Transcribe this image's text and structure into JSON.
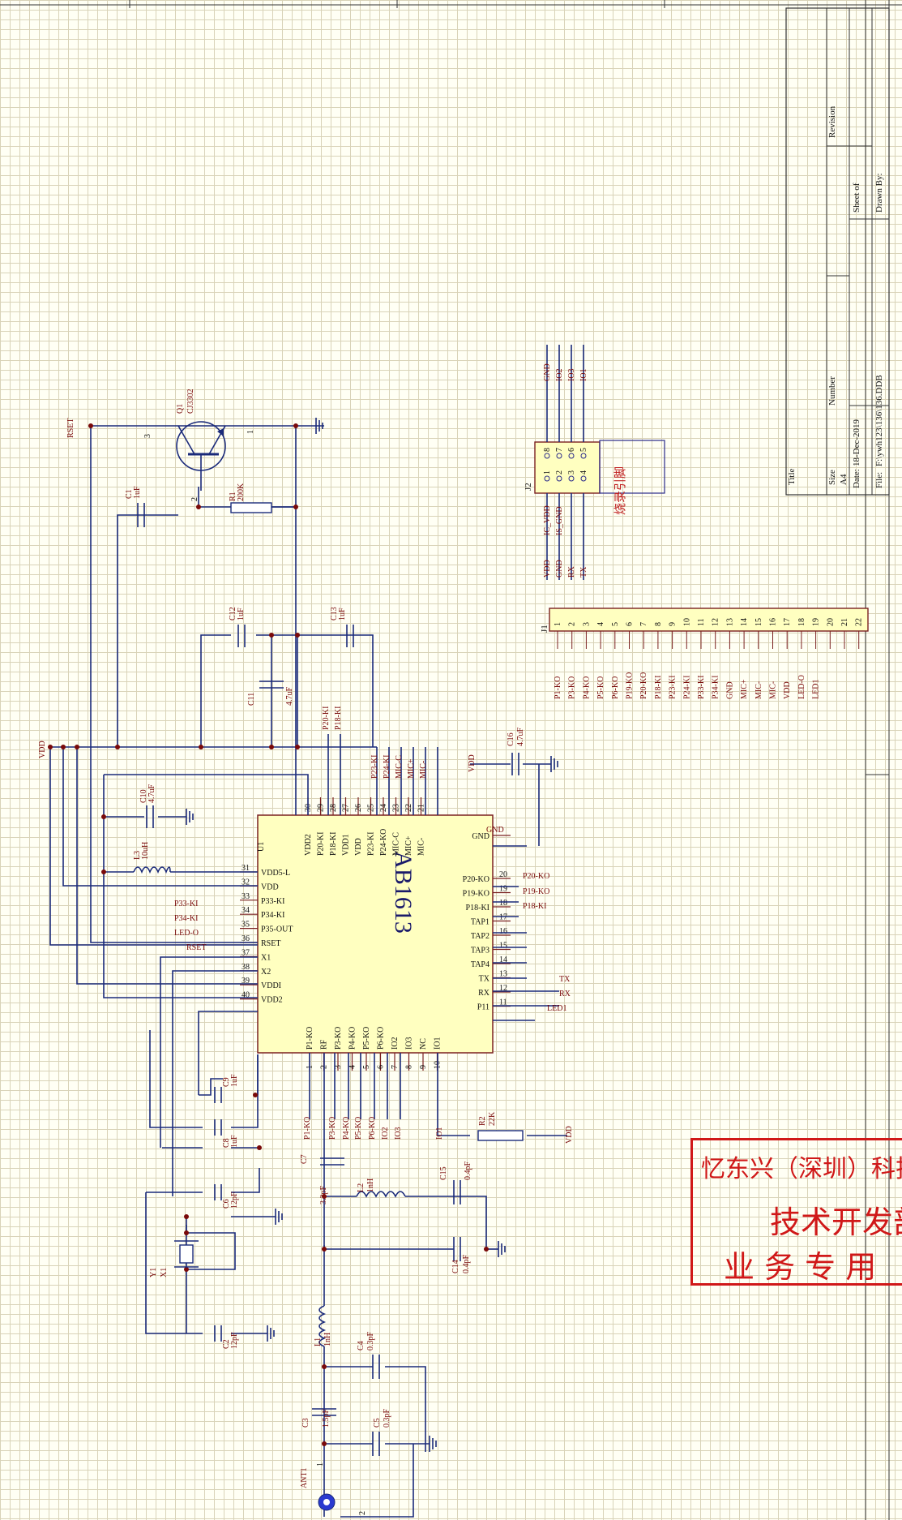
{
  "title_block": {
    "title_label": "Title",
    "size_label": "Size",
    "size_value": "A4",
    "number_label": "Number",
    "revision_label": "Revision",
    "date_label": "Date:",
    "date_value": "18-Dec-2019",
    "file_label": "File:",
    "file_value": "F:\\ywh123\\136\\136.DDB",
    "sheet_label": "Sheet   of",
    "drawn_label": "Drawn By:"
  },
  "chip": {
    "ref": "U1",
    "name": "AB1613",
    "left_pins": [
      {
        "num": "31",
        "name": "VDD5-L"
      },
      {
        "num": "32",
        "name": "VDD"
      },
      {
        "num": "33",
        "name": "P33-KI"
      },
      {
        "num": "34",
        "name": "P34-KI"
      },
      {
        "num": "35",
        "name": "P35-OUT"
      },
      {
        "num": "36",
        "name": "RSET"
      },
      {
        "num": "37",
        "name": "X1"
      },
      {
        "num": "38",
        "name": "X2"
      },
      {
        "num": "39",
        "name": "VDDI"
      },
      {
        "num": "40",
        "name": "VDD2"
      }
    ],
    "right_pins": [
      {
        "num": "",
        "name": "GND"
      },
      {
        "num": "20",
        "name": "P20-KO"
      },
      {
        "num": "19",
        "name": "P19-KO"
      },
      {
        "num": "18",
        "name": "P18-KI"
      },
      {
        "num": "17",
        "name": "TAP1"
      },
      {
        "num": "16",
        "name": "TAP2"
      },
      {
        "num": "15",
        "name": "TAP3"
      },
      {
        "num": "14",
        "name": "TAP4"
      },
      {
        "num": "13",
        "name": "TX"
      },
      {
        "num": "12",
        "name": "RX"
      },
      {
        "num": "11",
        "name": "P11"
      }
    ],
    "top_pins": [
      {
        "num": "30",
        "name": "VDD2"
      },
      {
        "num": "29",
        "name": "P20-KI"
      },
      {
        "num": "28",
        "name": "P18-KI"
      },
      {
        "num": "27",
        "name": "VDD1"
      },
      {
        "num": "26",
        "name": "VDD"
      },
      {
        "num": "25",
        "name": "P23-KI"
      },
      {
        "num": "24",
        "name": "P24-KO"
      },
      {
        "num": "23",
        "name": "MIC-C"
      },
      {
        "num": "22",
        "name": "MIC+"
      },
      {
        "num": "21",
        "name": "MIC-"
      }
    ],
    "bottom_pins": [
      {
        "num": "1",
        "name": "P1-KO"
      },
      {
        "num": "2",
        "name": "RF"
      },
      {
        "num": "3",
        "name": "P3-KO"
      },
      {
        "num": "4",
        "name": "P4-KO"
      },
      {
        "num": "5",
        "name": "P5-KO"
      },
      {
        "num": "6",
        "name": "P6-KO"
      },
      {
        "num": "7",
        "name": "IO2"
      },
      {
        "num": "8",
        "name": "IO3"
      },
      {
        "num": "9",
        "name": "NC"
      },
      {
        "num": "10",
        "name": "IO1"
      }
    ]
  },
  "net_labels": {
    "left": [
      "P33-KI",
      "P34-KI",
      "LED-O",
      "RSET"
    ],
    "right": [
      "P20-KO",
      "P19-KO",
      "P18-KI",
      "TX",
      "RX",
      "LED1"
    ],
    "top": [
      "P20-KI",
      "P18-KI",
      "P23-KI",
      "P24-KI",
      "MIC-C",
      "MIC+",
      "MIC-"
    ],
    "bottom": [
      "P1-KO",
      "P3-KO",
      "P4-KO",
      "P5-KO",
      "P6-KO",
      "IO2",
      "IO3",
      "IO1"
    ]
  },
  "power": {
    "vdd": "VDD",
    "gnd": "GND"
  },
  "components": {
    "q1": {
      "ref": "Q1",
      "part": "CJ3302",
      "p1": "1",
      "p2": "2",
      "p3": "3"
    },
    "r1": {
      "ref": "R1",
      "value": "200K"
    },
    "r2": {
      "ref": "R2",
      "value": "22K"
    },
    "c1": {
      "ref": "C1",
      "value": "1uF"
    },
    "c2": {
      "ref": "C2",
      "value": "12pF"
    },
    "c3": {
      "ref": "C3",
      "value": "1.5pF"
    },
    "c4": {
      "ref": "C4",
      "value": "0.3pF"
    },
    "c5": {
      "ref": "C5",
      "value": "0.3pF"
    },
    "c6": {
      "ref": "C6",
      "value": "12pF"
    },
    "c7": {
      "ref": "C7",
      "value": "3.3pF"
    },
    "c8": {
      "ref": "C8",
      "value": "1uF"
    },
    "c9": {
      "ref": "C9",
      "value": "1uF"
    },
    "c10": {
      "ref": "C10",
      "value": "4.7uF"
    },
    "c11": {
      "ref": "C11",
      "value": "4.7uF"
    },
    "c12": {
      "ref": "C12",
      "value": "1uF"
    },
    "c13": {
      "ref": "C13",
      "value": "1uF"
    },
    "c14": {
      "ref": "C14",
      "value": "0.4pF"
    },
    "c15": {
      "ref": "C15",
      "value": "0.4pF"
    },
    "c16": {
      "ref": "C16",
      "value": "4.7uF"
    },
    "l1": {
      "ref": "L1",
      "value": "1nH"
    },
    "l2": {
      "ref": "L2",
      "value": "1nH"
    },
    "l3": {
      "ref": "L3",
      "value": "10uH"
    },
    "y1": {
      "ref": "Y1",
      "value": "X1"
    },
    "ant": {
      "ref": "ANT1",
      "p1": "1",
      "p2": "2"
    }
  },
  "j1": {
    "ref": "J1",
    "pins": [
      "1",
      "2",
      "3",
      "4",
      "5",
      "6",
      "7",
      "8",
      "9",
      "10",
      "11",
      "12",
      "13",
      "14",
      "15",
      "16",
      "17",
      "18",
      "19",
      "20",
      "21",
      "22"
    ],
    "nets": [
      "P1-KO",
      "P3-KO",
      "P4-KO",
      "P5-KO",
      "P6-KO",
      "P19-KO",
      "P20-KO",
      "P18-KI",
      "P23-KI",
      "P24-KI",
      "P33-KI",
      "P34-KI",
      "GND",
      "MIC+",
      "MIC-",
      "MIC-",
      "VDD",
      "LED-O",
      "LED1"
    ]
  },
  "j2": {
    "ref": "J2",
    "pins_left": [
      "1",
      "2",
      "3",
      "4"
    ],
    "pins_right": [
      "8",
      "7",
      "6",
      "5"
    ],
    "left_nets": [
      "VDD",
      "GND",
      "RX",
      "TX"
    ],
    "left_nets2": [
      "IC_VDD",
      "IS_GND"
    ],
    "right_nets": [
      "GND",
      "IO2",
      "IO3",
      "IO1"
    ],
    "note": "烧录引脚"
  },
  "stamp": {
    "line1": "忆东兴（深圳）科技",
    "line2": "技术开发部",
    "line3": "业 务 专 用"
  }
}
